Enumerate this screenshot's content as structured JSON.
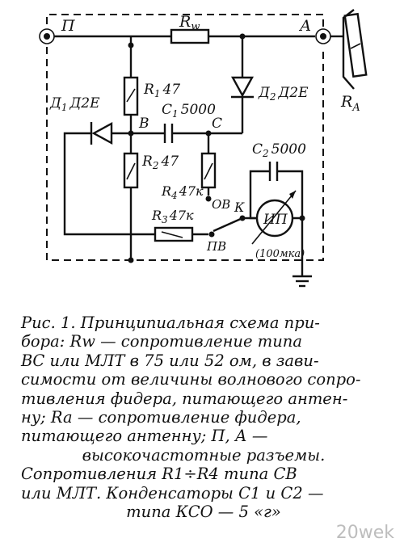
{
  "diagram": {
    "connector_left": "П",
    "connector_right": "А",
    "rw_label": "R",
    "rw_sub": "w",
    "ra_label": "R",
    "ra_sub": "A",
    "r1_label": "R",
    "r1_sub": "1",
    "r1_value": "47",
    "r2_label": "R",
    "r2_sub": "2",
    "r2_value": "47",
    "r3_label": "R",
    "r3_sub": "3",
    "r3_value": "47к",
    "r4_label": "R",
    "r4_sub": "4",
    "r4_value": "47к",
    "c1_label": "C",
    "c1_sub": "1",
    "c1_value": "5000",
    "c2_label": "C",
    "c2_sub": "2",
    "c2_value": "5000",
    "d1_label": "Д",
    "d1_sub": "1",
    "d1_value": "Д2Е",
    "d2_label": "Д",
    "d2_sub": "2",
    "d2_value": "Д2Е",
    "node_b": "В",
    "node_c": "С",
    "node_k": "К",
    "switch_ov": "ОВ",
    "switch_pv": "ПВ",
    "meter_label": "ИП",
    "meter_range": "(100мка)"
  },
  "caption": {
    "line1": "Рис. 1. Принципиальная схема при-",
    "line2": "бора: Rw — сопротивление типа",
    "line3": "ВС или МЛТ в 75 или 52 ом, в зави-",
    "line4": "симости от величины волнового сопро-",
    "line5": "тивления фидера, питающего антен-",
    "line6": "ну; Ra — сопротивление фидера,",
    "line7": "питающего антенну; П, А —",
    "line8": "высокочастотные разъемы.",
    "line9": "Сопротивления R1÷R4 типа СВ",
    "line10": "или МЛТ. Конденсаторы C1 и C2 —",
    "line11": "типа КСО — 5 «г»"
  },
  "watermark": "20wek"
}
